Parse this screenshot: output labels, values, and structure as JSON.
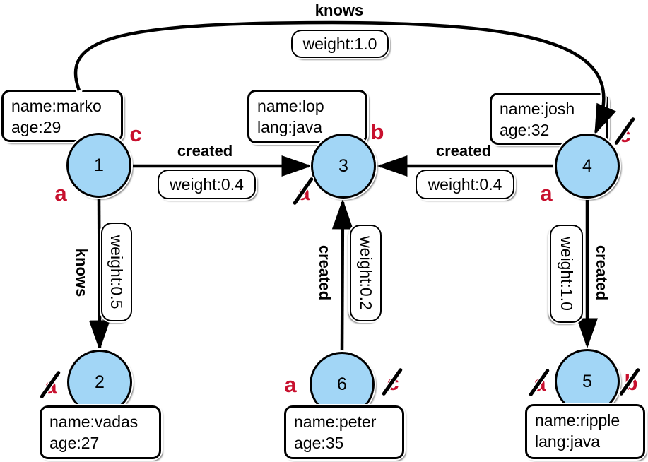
{
  "diagram_type": "property-graph",
  "colors": {
    "background": "#FFFFFF",
    "node_fill": "#A2D6F6",
    "node_border": "#000000",
    "edge_color": "#000000",
    "step_label_red": "#C8102E",
    "box_fill": "#FFFFFF"
  },
  "vertices": [
    {
      "id": "1",
      "prop1": "name:marko",
      "prop2": "age:29"
    },
    {
      "id": "2",
      "prop1": "name:vadas",
      "prop2": "age:27"
    },
    {
      "id": "3",
      "prop1": "name:lop",
      "prop2": "lang:java"
    },
    {
      "id": "4",
      "prop1": "name:josh",
      "prop2": "age:32"
    },
    {
      "id": "5",
      "prop1": "name:ripple",
      "prop2": "lang:java"
    },
    {
      "id": "6",
      "prop1": "name:peter",
      "prop2": "age:35"
    }
  ],
  "edges": [
    {
      "from": "1",
      "to": "4",
      "label": "knows",
      "weight": "weight:1.0"
    },
    {
      "from": "1",
      "to": "3",
      "label": "created",
      "weight": "weight:0.4"
    },
    {
      "from": "4",
      "to": "3",
      "label": "created",
      "weight": "weight:0.4"
    },
    {
      "from": "1",
      "to": "2",
      "label": "knows",
      "weight": "weight:0.5"
    },
    {
      "from": "6",
      "to": "3",
      "label": "created",
      "weight": "weight:0.2"
    },
    {
      "from": "4",
      "to": "5",
      "label": "created",
      "weight": "weight:1.0"
    }
  ],
  "step_labels": [
    {
      "letter": "c",
      "vertex": "1",
      "slashed": false
    },
    {
      "letter": "a",
      "vertex": "1",
      "slashed": false
    },
    {
      "letter": "b",
      "vertex": "3",
      "slashed": false
    },
    {
      "letter": "a",
      "vertex": "3",
      "slashed": true
    },
    {
      "letter": "c",
      "vertex": "4",
      "slashed": true
    },
    {
      "letter": "a",
      "vertex": "4",
      "slashed": false
    },
    {
      "letter": "a",
      "vertex": "2",
      "slashed": true
    },
    {
      "letter": "a",
      "vertex": "6",
      "slashed": false
    },
    {
      "letter": "c",
      "vertex": "6",
      "slashed": true
    },
    {
      "letter": "a",
      "vertex": "5",
      "slashed": true
    },
    {
      "letter": "b",
      "vertex": "5",
      "slashed": true
    }
  ]
}
